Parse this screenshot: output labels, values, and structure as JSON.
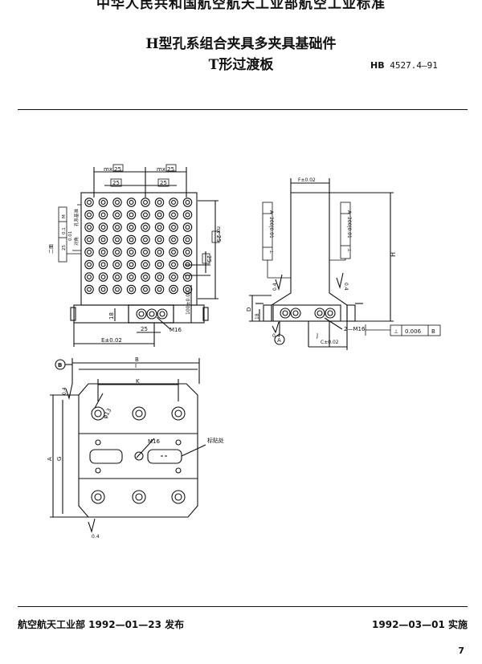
{
  "header": {
    "organization_standard": "中华人民共和国航空航天工业部航空工业标准",
    "title_line1": "H型孔系组合夹具多夹具基础件",
    "title_line2": "T形过渡板",
    "standard_code_prefix": "HB",
    "standard_code": "4527.4—91"
  },
  "drawing": {
    "top_view": {
      "dim_mx_left": "mx 25",
      "dim_mx_right": "mx 25",
      "box_25_a": "25",
      "box_25_b": "25",
      "dim_nx": "nx 25",
      "dim_25_right": "25",
      "dim_100": "100±0.02",
      "dim_18": "18",
      "dim_25_bottom": "25",
      "label_m16": "M16",
      "dim_e": "E±0.02",
      "tol_frame_left": [
        "M",
        "0.1",
        "25"
      ],
      "left_text_a": "二面",
      "left_text_b": "对角",
      "left_text_c": "0.01",
      "left_text_d": "孔系基准"
    },
    "side_view": {
      "dim_f": "F±0.02",
      "frame_left": [
        "⊥",
        "200",
        "0.01",
        "A"
      ],
      "frame_right": [
        "⊥",
        "200",
        "0.01",
        "A"
      ],
      "dim_h": "H",
      "dim_d": "D",
      "dim_18": "18",
      "rough_04": "0.4",
      "datum_a": "A",
      "label_2m16": "2—M16",
      "dim_j": "J",
      "dim_c": "C±0.02",
      "frame_bottom": [
        "⊥",
        "0.006",
        "B"
      ]
    },
    "bottom_view": {
      "datum_b": "B",
      "dim_b": "B",
      "dim_i": "I",
      "dim_k": "K",
      "dim_a": "A",
      "dim_g": "G",
      "label_phi13": "φ13",
      "label_m16": "M16",
      "label_marking": "标贴处",
      "rough_04_top": "0.4",
      "rough_04_bottom": "0.4"
    }
  },
  "footer": {
    "issued": "航空航天工业部 1992—01—23 发布",
    "effective": "1992—03—01 实施",
    "page": "7"
  },
  "colors": {
    "ink": "#111111",
    "paper": "#ffffff"
  }
}
